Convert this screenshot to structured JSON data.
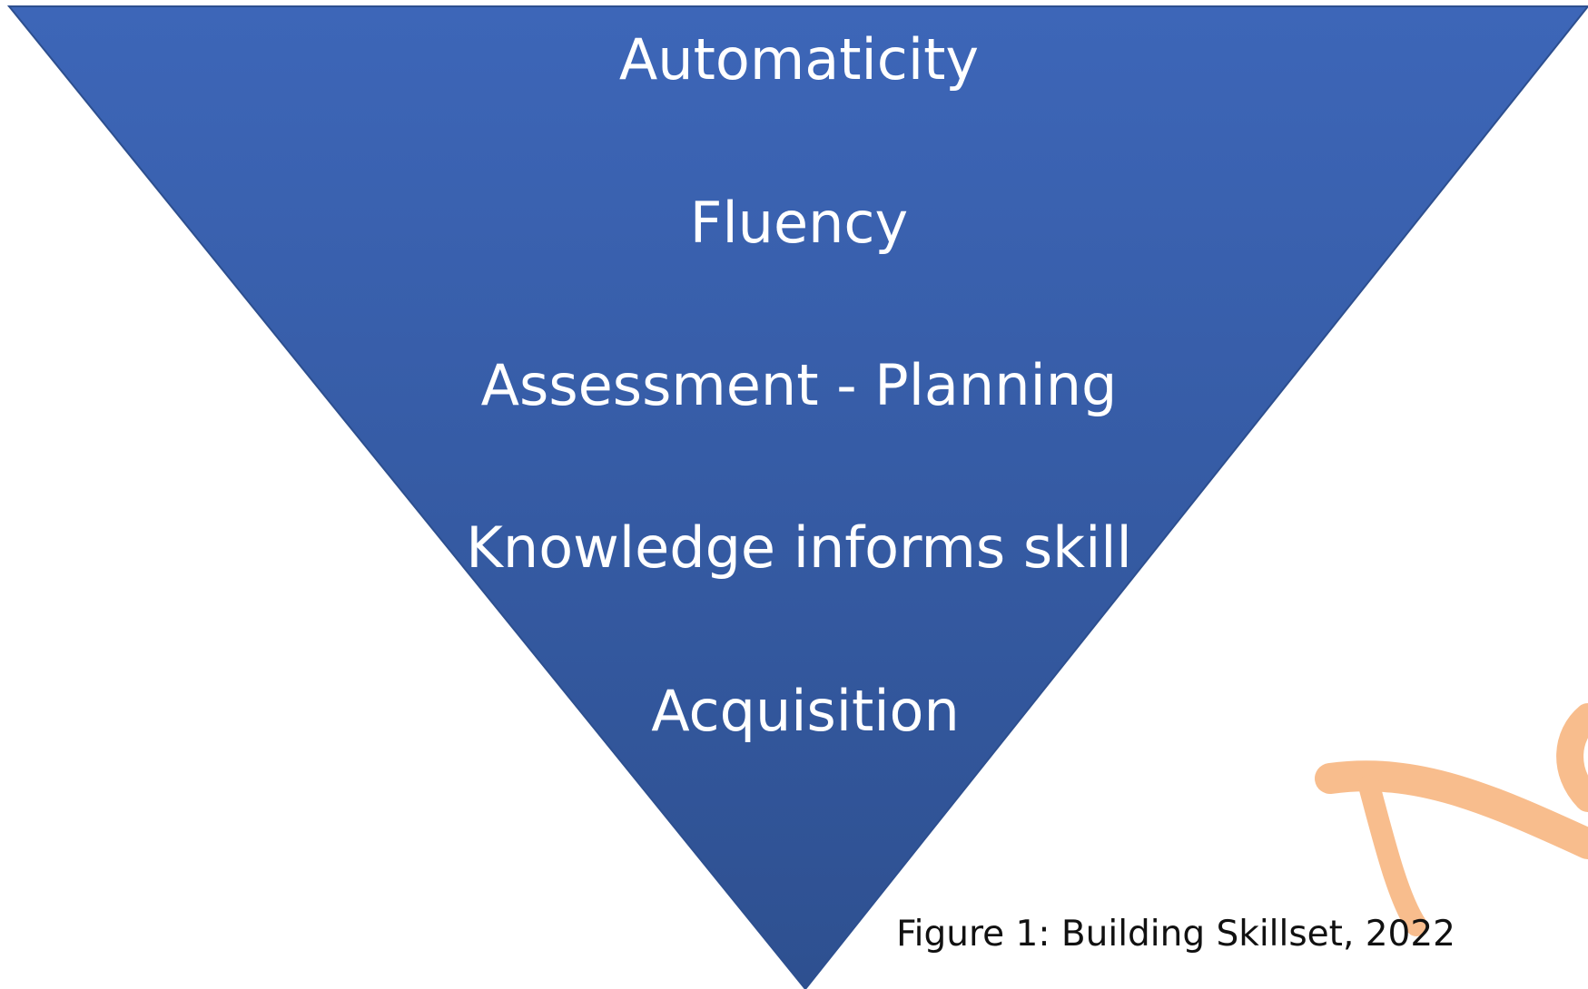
{
  "diagram": {
    "levels": [
      {
        "label": "Automaticity"
      },
      {
        "label": "Fluency"
      },
      {
        "label": "Assessment - Planning"
      },
      {
        "label": "Knowledge informs skill"
      },
      {
        "label": "Acquisition"
      }
    ],
    "caption": "Figure 1: Building Skillset, 2022",
    "colors": {
      "triangle_top": "#3d66b8",
      "triangle_bottom": "#2e5090",
      "triangle_stroke": "#2d4f8f",
      "text": "#ffffff",
      "caption": "#111111",
      "logo_accent": "#f7b27a"
    }
  }
}
